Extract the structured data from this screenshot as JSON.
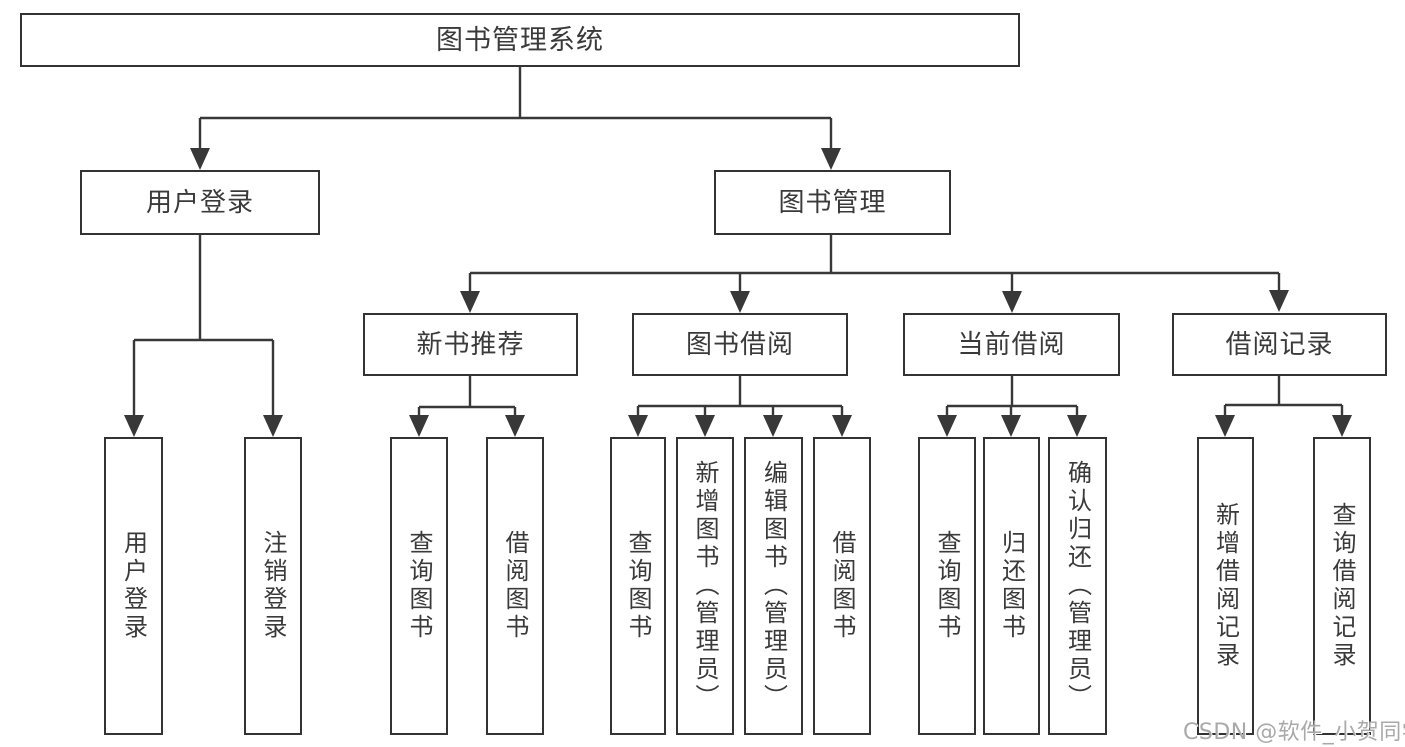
{
  "root": {
    "label": "图书管理系统"
  },
  "branches": [
    {
      "label": "用户登录",
      "children": [
        {
          "label": "用户登录"
        },
        {
          "label": "注销登录"
        }
      ]
    },
    {
      "label": "图书管理",
      "children": [
        {
          "label": "新书推荐",
          "children": [
            {
              "label": "查询图书"
            },
            {
              "label": "借阅图书"
            }
          ]
        },
        {
          "label": "图书借阅",
          "children": [
            {
              "label": "查询图书"
            },
            {
              "label": "新增图书（管理员）"
            },
            {
              "label": "编辑图书（管理员）"
            },
            {
              "label": "借阅图书"
            }
          ]
        },
        {
          "label": "当前借阅",
          "children": [
            {
              "label": "查询图书"
            },
            {
              "label": "归还图书"
            },
            {
              "label": "确认归还（管理员）"
            }
          ]
        },
        {
          "label": "借阅记录",
          "children": [
            {
              "label": "新增借阅记录"
            },
            {
              "label": "查询借阅记录"
            }
          ]
        }
      ]
    }
  ],
  "watermark": "CSDN @软件_小贺同学",
  "colors": {
    "line": "#383838",
    "border": "#333333",
    "text": "#3a3a3a",
    "watermark": "#a9a9a9",
    "background": "#ffffff"
  }
}
